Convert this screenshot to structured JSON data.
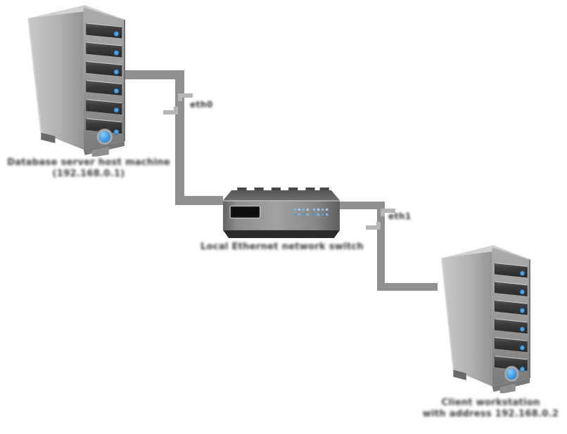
{
  "colors": {
    "cable_gray": "#909090",
    "break_mark_gray": "#b5b5b5",
    "label_text": "#3a3a3a",
    "tower_body_gray": "#9a9a9a",
    "bay_dark": "#2e2e2e",
    "led_blue": "#4aa3e8",
    "power_button_blue": "#4aa0e6",
    "switch_body_gray": "#8a8a8a",
    "switch_base_dark": "#2a2a2a"
  },
  "nodes": {
    "server_a": {
      "label_line1": "Database server host machine",
      "label_line2": "(192.168.0.1)"
    },
    "switch": {
      "label": "Local Ethernet network switch"
    },
    "server_b": {
      "label_line1": "Client workstation",
      "label_line2": "with address 192.168.0.2"
    }
  },
  "links": {
    "a_to_switch": {
      "port_label": "eth0"
    },
    "switch_to_b": {
      "port_label": "eth1"
    }
  }
}
